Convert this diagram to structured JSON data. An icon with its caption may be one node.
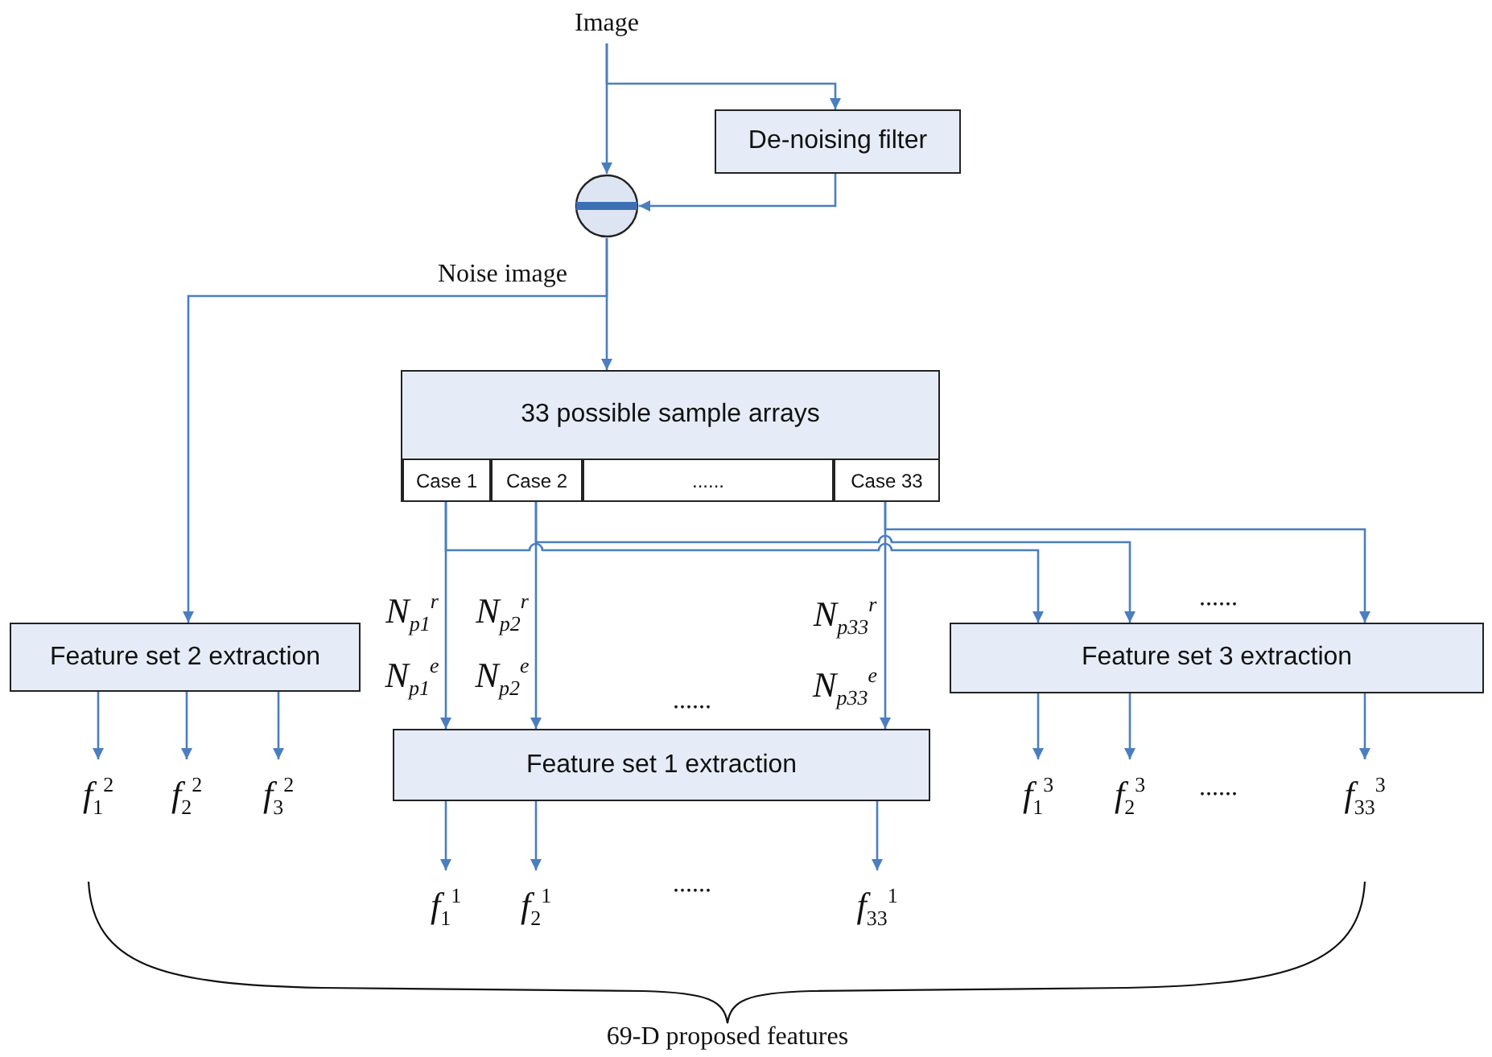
{
  "diagram": {
    "nodes": [
      {
        "text": [
          "Image"
        ]
      },
      {
        "text": [
          "De-noising filter"
        ]
      },
      {
        "text": [],
        "shape": "circle",
        "beside": [
          "Noise image"
        ]
      },
      {
        "text": [
          "33 possible sample arrays"
        ]
      },
      {
        "text": [
          "Case 1"
        ],
        "in": 3
      },
      {
        "text": [
          "Case 2"
        ],
        "in": 3
      },
      {
        "text": [
          "......"
        ],
        "in": 3
      },
      {
        "text": [
          "Case 33"
        ],
        "in": 3
      },
      {
        "text": [
          "Feature set 2 extraction"
        ]
      },
      {
        "text": [
          "Feature set 1 extraction"
        ]
      },
      {
        "text": [
          "Feature set 3 extraction"
        ]
      },
      {
        "text": [
          "*f*$_{1}$$^{2}$"
        ]
      },
      {
        "text": [
          "*f*$_{2}$$^{2}$"
        ]
      },
      {
        "text": [
          "*f*$_{3}$$^{2}$"
        ]
      },
      {
        "text": [
          "*f*$_{1}$$^{1}$"
        ]
      },
      {
        "text": [
          "*f*$_{2}$$^{1}$"
        ]
      },
      {
        "text": [
          "*f*$_{33}$$^{1}$"
        ]
      },
      {
        "text": [
          "*f*$_{1}$$^{3}$"
        ]
      },
      {
        "text": [
          "*f*$_{2}$$^{3}$"
        ]
      },
      {
        "text": [
          "*f*$_{33}$$^{3}$"
        ]
      }
    ],
    "edges": [
      {
        "from": 0,
        "to": 2,
        "arrow": "to"
      },
      {
        "from": 0,
        "to": 1,
        "arrow": "to"
      },
      {
        "from": 1,
        "to": 2,
        "arrow": "to"
      },
      {
        "from": 2,
        "to": 3,
        "arrow": "to"
      },
      {
        "from": 2,
        "to": 8,
        "arrow": "to"
      },
      {
        "from": 4,
        "to": 9,
        "arrow": "to"
      },
      {
        "from": 5,
        "to": 9,
        "arrow": "to"
      },
      {
        "from": 7,
        "to": 9,
        "arrow": "to"
      },
      {
        "from": 4,
        "to": 10,
        "arrow": "to"
      },
      {
        "from": 5,
        "to": 10,
        "arrow": "to"
      },
      {
        "from": 7,
        "to": 10,
        "arrow": "to"
      },
      {
        "from": 8,
        "to": 11,
        "arrow": "to"
      },
      {
        "from": 8,
        "to": 12,
        "arrow": "to"
      },
      {
        "from": 8,
        "to": 13,
        "arrow": "to"
      },
      {
        "from": 9,
        "to": 14,
        "arrow": "to"
      },
      {
        "from": 9,
        "to": 15,
        "arrow": "to"
      },
      {
        "from": 9,
        "to": 16,
        "arrow": "to"
      },
      {
        "from": 10,
        "to": 17,
        "arrow": "to"
      },
      {
        "from": 10,
        "to": 18,
        "arrow": "to"
      },
      {
        "from": 10,
        "to": 19,
        "arrow": "to"
      }
    ],
    "labels": [
      "*N*$_{p1}$$^{r}$",
      "*N*$_{p2}$$^{r}$",
      "*N*$_{p33}$$^{r}$",
      "......",
      "*N*$_{p1}$$^{e}$",
      "*N*$_{p2}$$^{e}$",
      "*N*$_{p33}$$^{e}$",
      "......",
      "......",
      "......",
      "69-D proposed features"
    ]
  }
}
